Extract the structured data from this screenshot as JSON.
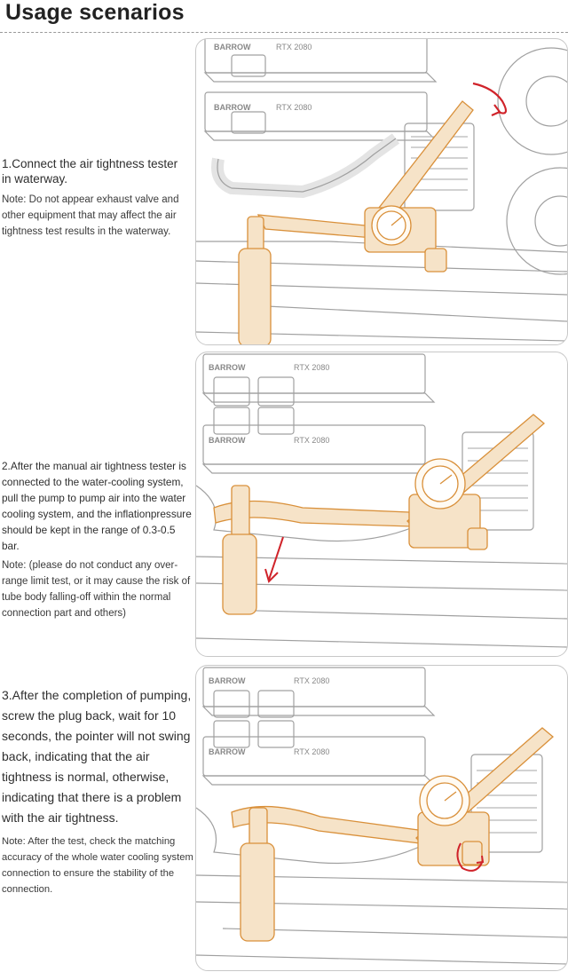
{
  "header": {
    "title": "Usage scenarios"
  },
  "steps": [
    {
      "title": "1.Connect the air tightness tester in waterway.",
      "note": "Note: Do not appear exhaust valve and other equipment that may affect the air tightness test results in the waterway."
    },
    {
      "title": "2.After the manual air tightness tester is connected to the water-cooling system, pull the pump to pump air into the water cooling system, and the inflationpressure should be kept in the range of 0.3-0.5 bar.",
      "note": "Note: (please do not conduct any over-range limit test, or it may cause the risk of tube body falling-off within the normal connection part and others)"
    },
    {
      "title": "3.After the completion of pumping, screw the plug back, wait for 10 seconds, the pointer will not swing back, indicating that the air tightness is normal, otherwise, indicating that there is a problem with the air tightness.",
      "note": "Note: After the test, check the matching accuracy of the whole water cooling system connection to ensure the stability of the connection."
    }
  ],
  "illustration": {
    "brand_label": "BARROW",
    "gpu_label": "RTX 2080",
    "colors": {
      "outline": "#a0a0a0",
      "tester": "#d9903a",
      "tester_fill": "#f6e3c8",
      "arrow": "#d0232a"
    }
  }
}
